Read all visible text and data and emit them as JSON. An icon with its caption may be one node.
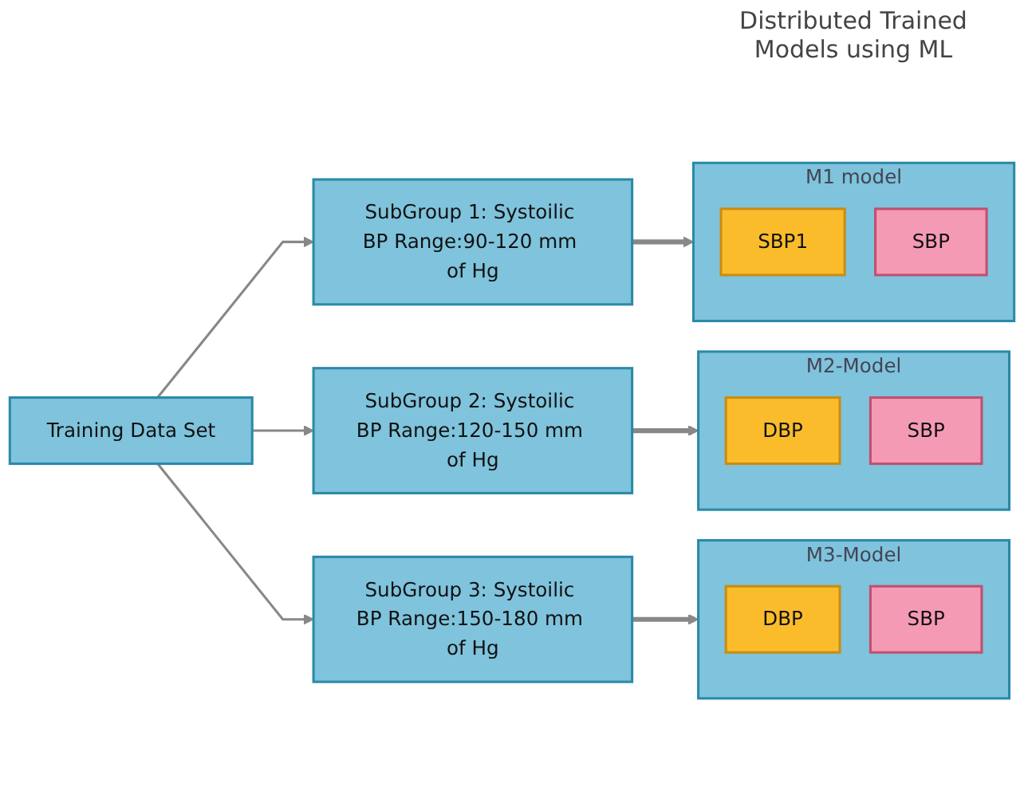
{
  "diagram": {
    "title": "Distributed Trained Models using ML",
    "nodes": [
      {
        "text": [
          "Training Data Set"
        ]
      },
      {
        "text": [
          "SubGroup 1: Systoilic BP Range:90-120 mm of Hg"
        ]
      },
      {
        "text": [
          "SubGroup 2: Systoilic BP Range:120-150 mm of Hg"
        ]
      },
      {
        "text": [
          "SubGroup 3: Systoilic BP Range:150-180 mm of Hg"
        ]
      },
      {
        "text": [
          "M1 model"
        ]
      },
      {
        "text": [
          "SBP1"
        ],
        "in": 4
      },
      {
        "text": [
          "SBP"
        ],
        "in": 4
      },
      {
        "text": [
          "M2-Model"
        ]
      },
      {
        "text": [
          "DBP"
        ],
        "in": 7
      },
      {
        "text": [
          "SBP"
        ],
        "in": 7
      },
      {
        "text": [
          "M3-Model"
        ]
      },
      {
        "text": [
          "DBP"
        ],
        "in": 10
      },
      {
        "text": [
          "SBP"
        ],
        "in": 10
      }
    ],
    "edges": [
      {
        "from": 0,
        "to": 1,
        "arrow": "to"
      },
      {
        "from": 0,
        "to": 2,
        "arrow": "to"
      },
      {
        "from": 0,
        "to": 3,
        "arrow": "to"
      },
      {
        "from": 1,
        "to": 4,
        "arrow": "to",
        "style": "thick"
      },
      {
        "from": 2,
        "to": 7,
        "arrow": "to",
        "style": "thick"
      },
      {
        "from": 3,
        "to": 10,
        "arrow": "to",
        "style": "thick"
      }
    ]
  }
}
